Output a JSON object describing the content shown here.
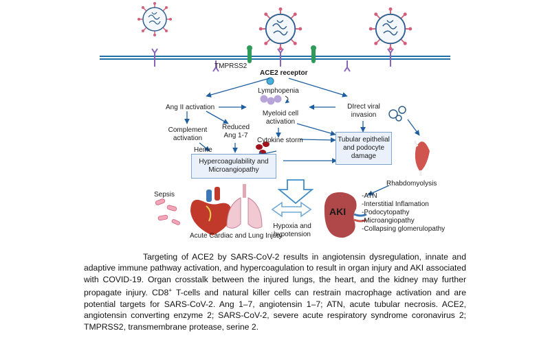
{
  "diagram": {
    "labels": {
      "tmprss2": "TMPRSS2",
      "ace2_receptor": "ACE2 receptor",
      "lymphopenia": "Lymphopenia",
      "ang2_activation": "Ang II activation",
      "myeloid_line1": "Myeloid cell",
      "myeloid_line2": "activation",
      "direct_line1": "DIrect viral",
      "direct_line2": "invasion",
      "complement_line1": "Complement",
      "complement_line2": "activation",
      "reduced_line1": "Reduced",
      "reduced_line2": "Ang 1-7",
      "heme": "Heme",
      "cytokine_storm": "Cytokine storm",
      "tubular_line1": "Tubular epithelial",
      "tubular_line2": "and podocyte",
      "tubular_line3": "damage",
      "hyper_line1": "Hypercoagulability and",
      "hyper_line2": "Microangiopathy",
      "rhabdo": "Rhabdomyolysis",
      "sepsis": "Sepsis",
      "aki": "AKI",
      "acute_cardiac": "Acute Cardiac and Lung Injury",
      "hypoxia_line1": "Hypoxia and",
      "hypoxia_line2": "hypotension"
    },
    "aki_findings": [
      "-ATN",
      "-Interstitial Inflamation",
      "-Podocytopathy",
      "-Microangiopathy",
      "-Collapsing glomerulopathy"
    ],
    "colors": {
      "virus": "#2f5f8f",
      "spike": "#d4607c",
      "membrane": "#1f6fa8",
      "arrow": "#1f5fa0",
      "box_fill": "#eaf1fa",
      "box_border": "#7fa3cf",
      "kidney": "#b0484a",
      "heart": "#c0392b",
      "lung": "#e3a7b4"
    },
    "icons": [
      "virus-icon",
      "receptor-icon",
      "tmprss2-icon",
      "lymphocyte-icon",
      "red-blood-cell-icon",
      "muscle-icon",
      "heart-icon",
      "lungs-icon",
      "kidney-icon",
      "bacteria-icon",
      "double-arrow-icon",
      "down-arrow-icon"
    ]
  },
  "caption": {
    "part1": "Targeting of ACE2 by SARS-CoV-2 results in angiotensin dysregulation, innate and adaptive immune pathway activation, and hypercoagulation to result in organ injury and AKI associated with COVID-19. Organ crosstalk between the injured lungs, the heart, and the kidney may further propagate injury. CD8",
    "superscript": "+",
    "part2": " T-cells and natural killer cells can restrain macrophage activation and are potential targets for SARS-CoV-2. Ang 1–7, angiotensin 1–7; ATN, acute tubular necrosis. ACE2, angiotensin converting enzyme 2; SARS-CoV-2, severe acute respiratory syndrome coronavirus 2; TMPRSS2, transmembrane protease, serine 2."
  }
}
